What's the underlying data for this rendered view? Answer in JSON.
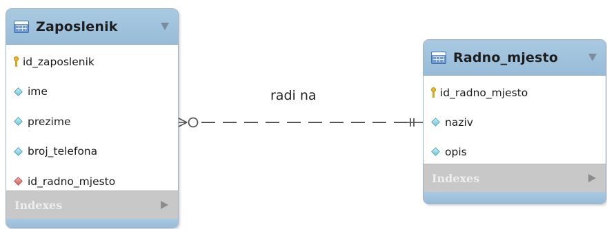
{
  "tables": [
    {
      "name": "Zaposlenik",
      "columns": [
        {
          "name": "id_zaposlenik",
          "kind": "primary-key"
        },
        {
          "name": "ime",
          "kind": "attribute"
        },
        {
          "name": "prezime",
          "kind": "attribute"
        },
        {
          "name": "broj_telefona",
          "kind": "attribute"
        },
        {
          "name": "id_radno_mjesto",
          "kind": "foreign-key"
        }
      ],
      "indexes_label": "Indexes"
    },
    {
      "name": "Radno_mjesto",
      "columns": [
        {
          "name": "id_radno_mjesto",
          "kind": "primary-key"
        },
        {
          "name": "naziv",
          "kind": "attribute"
        },
        {
          "name": "opis",
          "kind": "attribute"
        }
      ],
      "indexes_label": "Indexes"
    }
  ],
  "relationship": {
    "label": "radi na",
    "from": "Zaposlenik",
    "to": "Radno_mjesto",
    "from_cardinality": "zero-or-many",
    "to_cardinality": "exactly-one",
    "line_style": "dashed"
  },
  "colors": {
    "header": "#a4c4de",
    "indexes_bar": "#c8c8c8",
    "primary_key": "#e8b828",
    "attribute": "#6fc6d9",
    "foreign_key": "#d45a5a"
  }
}
